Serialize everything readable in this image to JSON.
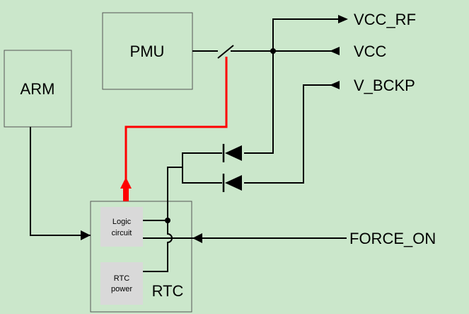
{
  "blocks": {
    "pmu": "PMU",
    "arm": "ARM",
    "rtc": "RTC",
    "logic_line1": "Logic",
    "logic_line2": "circuit",
    "rtcpower_line1": "RTC",
    "rtcpower_line2": "power"
  },
  "signals": {
    "vcc_rf": "VCC_RF",
    "vcc": "VCC",
    "v_bckp": "V_BCKP",
    "force_on": "FORCE_ON"
  },
  "colors": {
    "background": "#cbe7cb",
    "block_fill": "#cbe7cb",
    "inner_block_fill": "#d9d9d9",
    "wire": "#000000",
    "highlight": "#ff0000"
  }
}
